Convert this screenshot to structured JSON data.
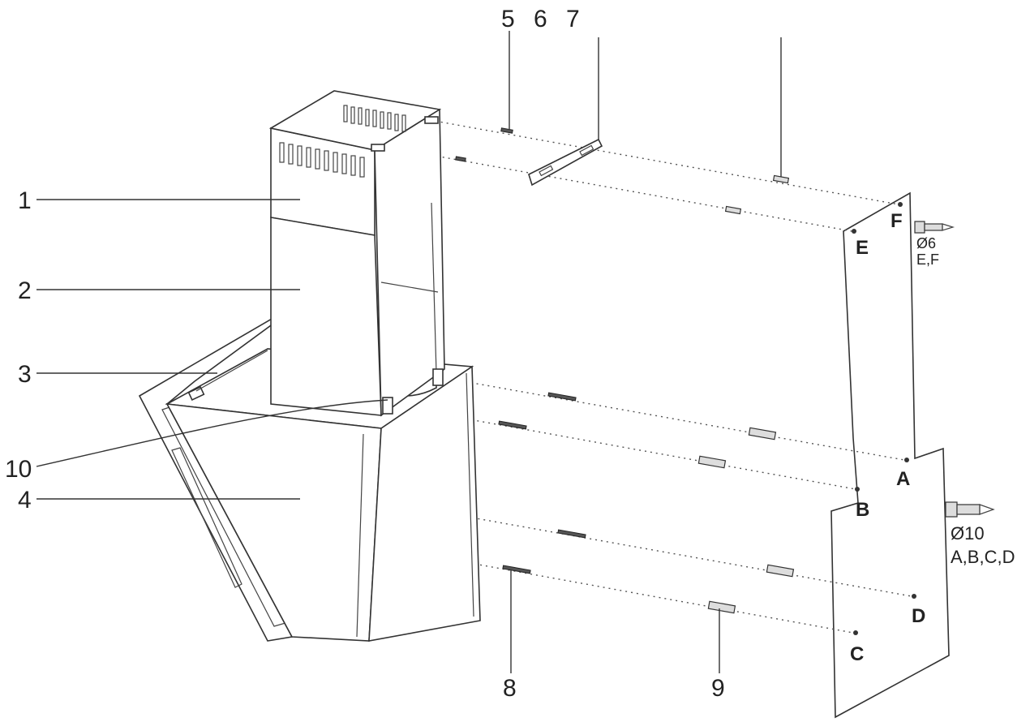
{
  "callouts": {
    "c1": "1",
    "c2": "2",
    "c3": "3",
    "c4": "4",
    "c5": "5",
    "c6": "6",
    "c7": "7",
    "c8": "8",
    "c9": "9",
    "c10": "10"
  },
  "holes": {
    "a": "A",
    "b": "B",
    "c": "C",
    "d": "D",
    "e": "E",
    "f": "F"
  },
  "drill_specs": {
    "small": {
      "diameter": "Ø6",
      "holes": "E,F"
    },
    "large": {
      "diameter": "Ø10",
      "holes": "A,B,C,D"
    }
  }
}
